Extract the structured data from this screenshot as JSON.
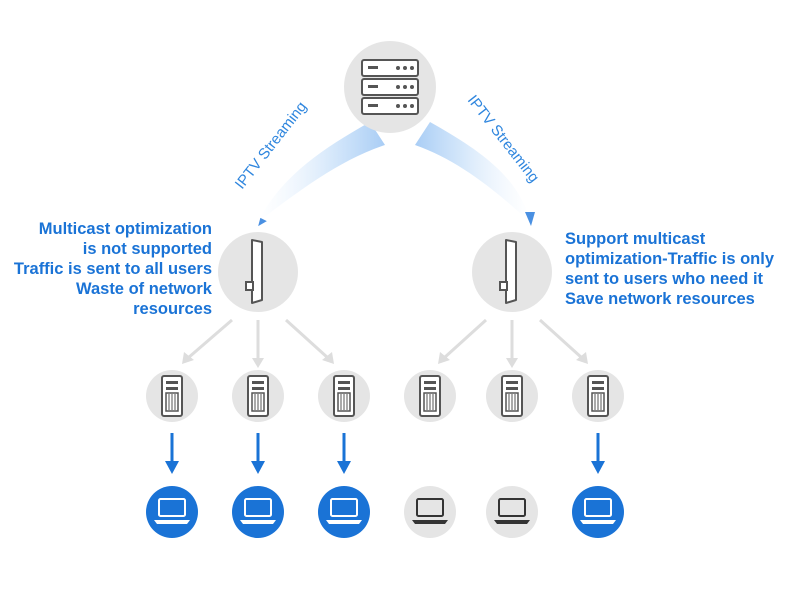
{
  "left": {
    "stream_label": "IPTV Streaming",
    "lines": [
      "Multicast optimization",
      "is not supported",
      "Traffic is sent to all users",
      "Waste of network",
      "resources"
    ]
  },
  "right": {
    "stream_label": "IPTV Streaming",
    "lines": [
      "Support multicast",
      "optimization-Traffic is only",
      "sent to users who need it",
      "Save network resources"
    ]
  },
  "colors": {
    "accent": "#1a73d6",
    "icon_bg": "#e5e5e5",
    "laptop_active_bg": "#1a73d6",
    "connector": "#dddddd"
  }
}
